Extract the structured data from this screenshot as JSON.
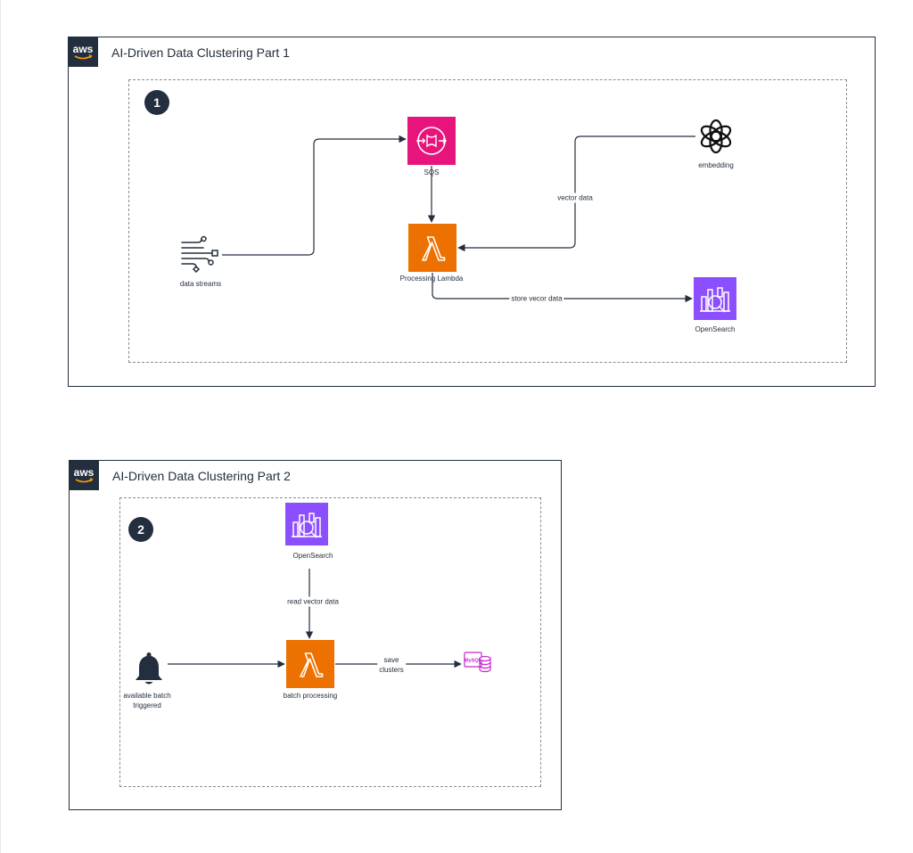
{
  "panel1": {
    "aws_logo_text": "aws",
    "title": "AI-Driven Data Clustering Part 1",
    "step": "1",
    "nodes": {
      "sqs": "SQS",
      "lambda": "Processing Lambda",
      "data_streams": "data streams",
      "embedding": "embedding",
      "opensearch": "OpenSearch"
    },
    "edges": {
      "vector_data": "vector data",
      "store_vector": "store vecor data"
    }
  },
  "panel2": {
    "aws_logo_text": "aws",
    "title": "AI-Driven Data Clustering Part 2",
    "step": "2",
    "nodes": {
      "opensearch": "OpenSearch",
      "lambda": "batch processing",
      "trigger_line1": "available batch",
      "trigger_line2": "triggered",
      "mysql_badge": "MySQL"
    },
    "edges": {
      "read_vector": "read vector data",
      "save_line1": "save",
      "save_line2": "clusters"
    }
  },
  "colors": {
    "sqs": "#e7157b",
    "lambda": "#ed7100",
    "opensearch": "#8c4fff",
    "mysql": "#c925d1",
    "ink": "#232f3e"
  }
}
